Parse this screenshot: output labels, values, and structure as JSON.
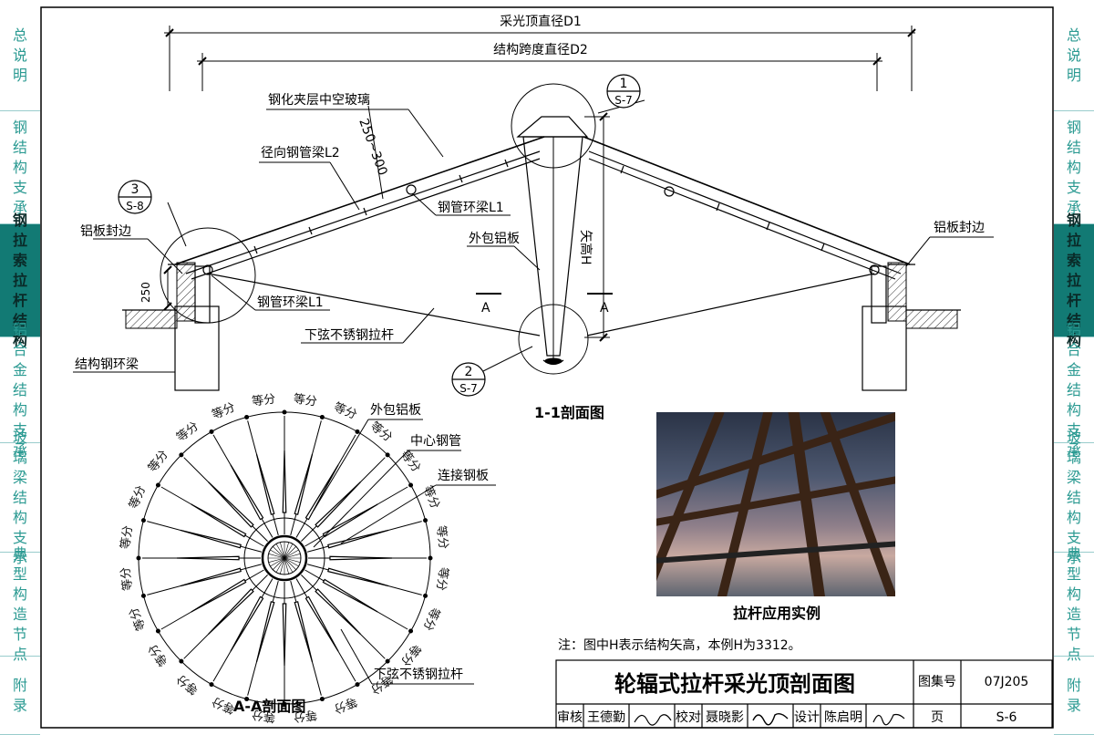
{
  "sidebar_left": {
    "tabs": [
      {
        "chars": [
          "总",
          "说",
          "明"
        ],
        "active": false
      },
      {
        "chars": [
          "钢",
          "结",
          "构",
          "支",
          "承"
        ],
        "active": false
      },
      {
        "chars": [
          "钢",
          "拉",
          "索",
          "拉",
          "杆",
          "结",
          "构"
        ],
        "active": true
      },
      {
        "chars": [
          "铝",
          "合",
          "金",
          "结",
          "构",
          "支",
          "承"
        ],
        "active": false
      },
      {
        "chars": [
          "玻",
          "璃",
          "梁",
          "结",
          "构",
          "支",
          "承"
        ],
        "active": false
      },
      {
        "chars": [
          "典",
          "型",
          "构",
          "造",
          "节",
          "点"
        ],
        "active": false
      },
      {
        "chars": [
          "附",
          "录"
        ],
        "active": false
      }
    ]
  },
  "sidebar_right": {
    "tabs": [
      {
        "chars": [
          "总",
          "说",
          "明"
        ],
        "active": false
      },
      {
        "chars": [
          "钢",
          "结",
          "构",
          "支",
          "承"
        ],
        "active": false
      },
      {
        "chars": [
          "钢",
          "拉",
          "索",
          "拉",
          "杆",
          "结",
          "构"
        ],
        "active": true
      },
      {
        "chars": [
          "铝",
          "合",
          "金",
          "结",
          "构",
          "支",
          "承"
        ],
        "active": false
      },
      {
        "chars": [
          "玻",
          "璃",
          "梁",
          "结",
          "构",
          "支",
          "承"
        ],
        "active": false
      },
      {
        "chars": [
          "典",
          "型",
          "构",
          "造",
          "节",
          "点"
        ],
        "active": false
      },
      {
        "chars": [
          "附",
          "录"
        ],
        "active": false
      }
    ]
  },
  "section": {
    "dim_d1": "采光顶直径D1",
    "dim_d2": "结构跨度直径D2",
    "label_glass": "钢化夹层中空玻璃",
    "label_dim_250_300": "250~300",
    "label_radial_beam": "径向钢管梁L2",
    "label_ring_beam_top": "钢管环梁L1",
    "label_al_cover": "外包铝板",
    "label_rise": "矢高H",
    "label_edge_left": "铝板封边",
    "label_edge_right": "铝板封边",
    "label_dim_250": "250",
    "label_ring_beam_bottom": "钢管环梁L1",
    "label_rod": "下弦不锈钢拉杆",
    "label_struct_ring": "结构钢环梁",
    "cut_mark": "A",
    "callout_1_num": "1",
    "callout_1_ref": "S-7",
    "callout_2_num": "2",
    "callout_2_ref": "S-7",
    "callout_3_num": "3",
    "callout_3_ref": "S-8",
    "title": "1-1剖面图"
  },
  "plan": {
    "title": "A-A剖面图",
    "label_al_cover": "外包铝板",
    "label_center_tube": "中心钢管",
    "label_plate": "连接钢板",
    "label_rod": "下弦不锈钢拉杆",
    "equal_mark": "等分"
  },
  "photo": {
    "caption": "拉杆应用实例"
  },
  "note": "注：图中H表示结构矢高，本例H为3312。",
  "titleblock": {
    "drawing_title": "轮辐式拉杆采光顶剖面图",
    "atlas_label": "图集号",
    "atlas_no": "07J205",
    "review_label": "审核",
    "reviewer": "王德勤",
    "check_label": "校对",
    "checker": "聂晓影",
    "design_label": "设计",
    "designer": "陈启明",
    "page_label": "页",
    "page_no": "S-6"
  }
}
